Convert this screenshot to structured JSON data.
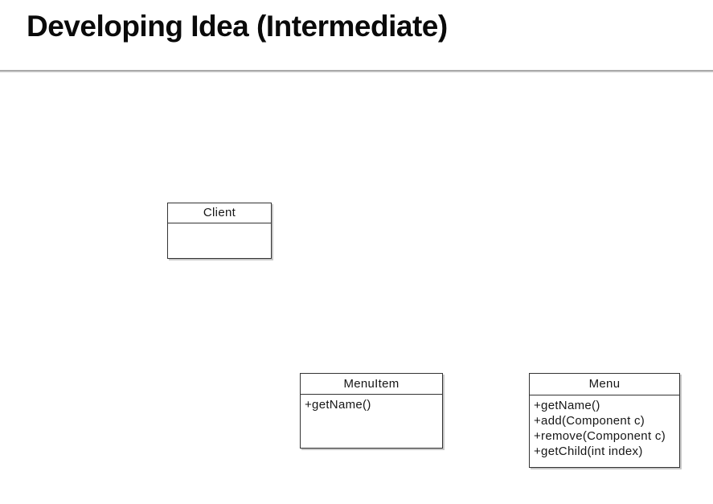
{
  "slide": {
    "title": "Developing Idea (Intermediate)"
  },
  "diagram": {
    "classes": [
      {
        "name": "Client",
        "methods": []
      },
      {
        "name": "MenuItem",
        "methods": [
          "+getName()"
        ]
      },
      {
        "name": "Menu",
        "methods": [
          "+getName()",
          "+add(Component c)",
          "+remove(Component c)",
          "+getChild(int index)"
        ]
      }
    ]
  },
  "colors": {
    "background": "#ffffff",
    "title_text": "#0a0a0a",
    "box_border": "#333333",
    "box_text": "#161616",
    "rule_top": "#979797",
    "rule_bottom": "#d9d9d9"
  }
}
